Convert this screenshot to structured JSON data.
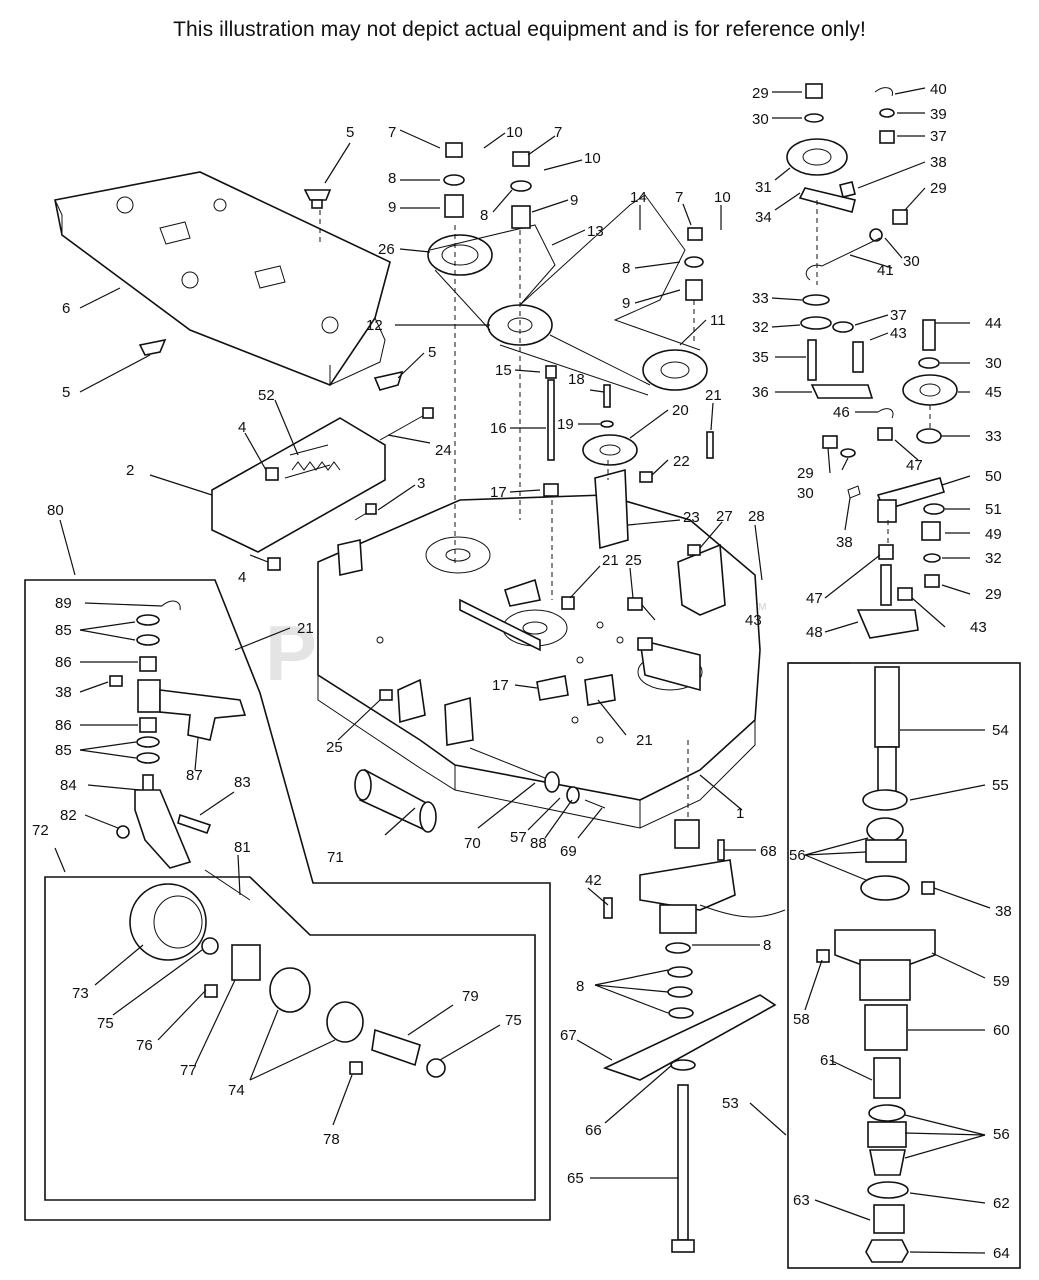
{
  "disclaimer": "This illustration may not depict actual equipment and is for reference only!",
  "watermark": {
    "text": "PartsTree",
    "tm": "TM"
  },
  "colors": {
    "line": "#111111",
    "watermark": "#cfcfcf",
    "background": "#ffffff"
  },
  "callouts": [
    {
      "id": "c1",
      "label": "5"
    },
    {
      "id": "c2",
      "label": "7"
    },
    {
      "id": "c3",
      "label": "10"
    },
    {
      "id": "c4",
      "label": "7"
    },
    {
      "id": "c5",
      "label": "10"
    },
    {
      "id": "c6",
      "label": "8"
    },
    {
      "id": "c7",
      "label": "9"
    },
    {
      "id": "c8",
      "label": "8"
    },
    {
      "id": "c9",
      "label": "9"
    },
    {
      "id": "c10",
      "label": "26"
    },
    {
      "id": "c11",
      "label": "13"
    },
    {
      "id": "c12",
      "label": "14"
    },
    {
      "id": "c13",
      "label": "7"
    },
    {
      "id": "c14",
      "label": "10"
    },
    {
      "id": "c15",
      "label": "8"
    },
    {
      "id": "c16",
      "label": "9"
    },
    {
      "id": "c17",
      "label": "11"
    },
    {
      "id": "c18",
      "label": "12"
    },
    {
      "id": "c19",
      "label": "6"
    },
    {
      "id": "c20",
      "label": "5"
    },
    {
      "id": "c21",
      "label": "5"
    },
    {
      "id": "c22",
      "label": "29"
    },
    {
      "id": "c23",
      "label": "40"
    },
    {
      "id": "c24",
      "label": "30"
    },
    {
      "id": "c25",
      "label": "39"
    },
    {
      "id": "c26",
      "label": "37"
    },
    {
      "id": "c27",
      "label": "31"
    },
    {
      "id": "c28",
      "label": "38"
    },
    {
      "id": "c29",
      "label": "34"
    },
    {
      "id": "c30",
      "label": "29"
    },
    {
      "id": "c31",
      "label": "30"
    },
    {
      "id": "c32",
      "label": "41"
    },
    {
      "id": "c33",
      "label": "33"
    },
    {
      "id": "c34",
      "label": "32"
    },
    {
      "id": "c35",
      "label": "37"
    },
    {
      "id": "c36",
      "label": "43"
    },
    {
      "id": "c37",
      "label": "44"
    },
    {
      "id": "c38",
      "label": "35"
    },
    {
      "id": "c39",
      "label": "30"
    },
    {
      "id": "c40",
      "label": "36"
    },
    {
      "id": "c41",
      "label": "45"
    },
    {
      "id": "c42",
      "label": "15"
    },
    {
      "id": "c43",
      "label": "18"
    },
    {
      "id": "c44",
      "label": "52"
    },
    {
      "id": "c45",
      "label": "21"
    },
    {
      "id": "c46",
      "label": "16"
    },
    {
      "id": "c47",
      "label": "19"
    },
    {
      "id": "c48",
      "label": "20"
    },
    {
      "id": "c49",
      "label": "4"
    },
    {
      "id": "c50",
      "label": "24"
    },
    {
      "id": "c51",
      "label": "22"
    },
    {
      "id": "c52",
      "label": "46"
    },
    {
      "id": "c53",
      "label": "33"
    },
    {
      "id": "c54",
      "label": "47"
    },
    {
      "id": "c55",
      "label": "29"
    },
    {
      "id": "c56",
      "label": "30"
    },
    {
      "id": "c57",
      "label": "50"
    },
    {
      "id": "c58",
      "label": "2"
    },
    {
      "id": "c59",
      "label": "3"
    },
    {
      "id": "c60",
      "label": "17"
    },
    {
      "id": "c61",
      "label": "23"
    },
    {
      "id": "c62",
      "label": "27"
    },
    {
      "id": "c63",
      "label": "28"
    },
    {
      "id": "c64",
      "label": "51"
    },
    {
      "id": "c65",
      "label": "80"
    },
    {
      "id": "c66",
      "label": "38"
    },
    {
      "id": "c67",
      "label": "49"
    },
    {
      "id": "c68",
      "label": "89"
    },
    {
      "id": "c69",
      "label": "4"
    },
    {
      "id": "c70",
      "label": "21"
    },
    {
      "id": "c71",
      "label": "25"
    },
    {
      "id": "c72",
      "label": "32"
    },
    {
      "id": "c73",
      "label": "47"
    },
    {
      "id": "c74",
      "label": "29"
    },
    {
      "id": "c75",
      "label": "85"
    },
    {
      "id": "c76",
      "label": "43"
    },
    {
      "id": "c77",
      "label": "48"
    },
    {
      "id": "c78",
      "label": "43"
    },
    {
      "id": "c79",
      "label": "86"
    },
    {
      "id": "c80",
      "label": "21"
    },
    {
      "id": "c81",
      "label": "38"
    },
    {
      "id": "c82",
      "label": "17"
    },
    {
      "id": "c83",
      "label": "86"
    },
    {
      "id": "c84",
      "label": "54"
    },
    {
      "id": "c85",
      "label": "25"
    },
    {
      "id": "c86",
      "label": "85"
    },
    {
      "id": "c87",
      "label": "21"
    },
    {
      "id": "c88",
      "label": "87"
    },
    {
      "id": "c89",
      "label": "84"
    },
    {
      "id": "c90",
      "label": "83"
    },
    {
      "id": "c91",
      "label": "55"
    },
    {
      "id": "c92",
      "label": "82"
    },
    {
      "id": "c93",
      "label": "1"
    },
    {
      "id": "c94",
      "label": "72"
    },
    {
      "id": "c95",
      "label": "71"
    },
    {
      "id": "c96",
      "label": "70"
    },
    {
      "id": "c97",
      "label": "57"
    },
    {
      "id": "c98",
      "label": "88"
    },
    {
      "id": "c99",
      "label": "69"
    },
    {
      "id": "c100",
      "label": "81"
    },
    {
      "id": "c101",
      "label": "68"
    },
    {
      "id": "c102",
      "label": "56"
    },
    {
      "id": "c103",
      "label": "42"
    },
    {
      "id": "c104",
      "label": "38"
    },
    {
      "id": "c105",
      "label": "8"
    },
    {
      "id": "c106",
      "label": "59"
    },
    {
      "id": "c107",
      "label": "73"
    },
    {
      "id": "c108",
      "label": "8"
    },
    {
      "id": "c109",
      "label": "75"
    },
    {
      "id": "c110",
      "label": "79"
    },
    {
      "id": "c111",
      "label": "58"
    },
    {
      "id": "c112",
      "label": "60"
    },
    {
      "id": "c113",
      "label": "75"
    },
    {
      "id": "c114",
      "label": "76"
    },
    {
      "id": "c115",
      "label": "67"
    },
    {
      "id": "c116",
      "label": "77"
    },
    {
      "id": "c117",
      "label": "74"
    },
    {
      "id": "c118",
      "label": "61"
    },
    {
      "id": "c119",
      "label": "53"
    },
    {
      "id": "c120",
      "label": "66"
    },
    {
      "id": "c121",
      "label": "56"
    },
    {
      "id": "c122",
      "label": "78"
    },
    {
      "id": "c123",
      "label": "65"
    },
    {
      "id": "c124",
      "label": "62"
    },
    {
      "id": "c125",
      "label": "63"
    },
    {
      "id": "c126",
      "label": "64"
    }
  ]
}
